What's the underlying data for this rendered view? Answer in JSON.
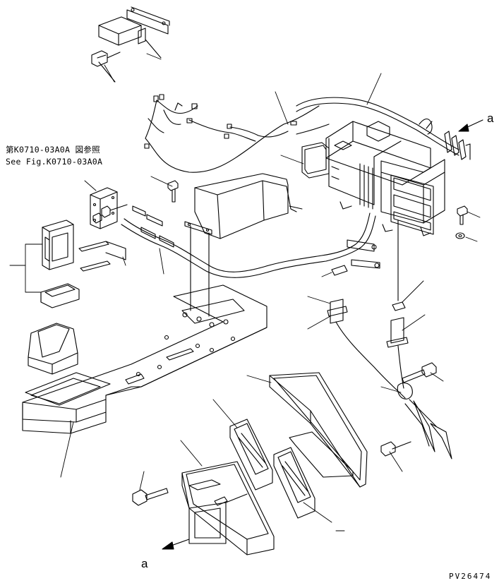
{
  "reference": {
    "japanese": "第K0710-03A0A 図参照",
    "english": "See Fig.K0710-03A0A"
  },
  "view_markers": {
    "top": "a",
    "bottom": "a"
  },
  "drawing_number": "PV26474",
  "colors": {
    "line": "#000000",
    "background": "#ffffff"
  }
}
